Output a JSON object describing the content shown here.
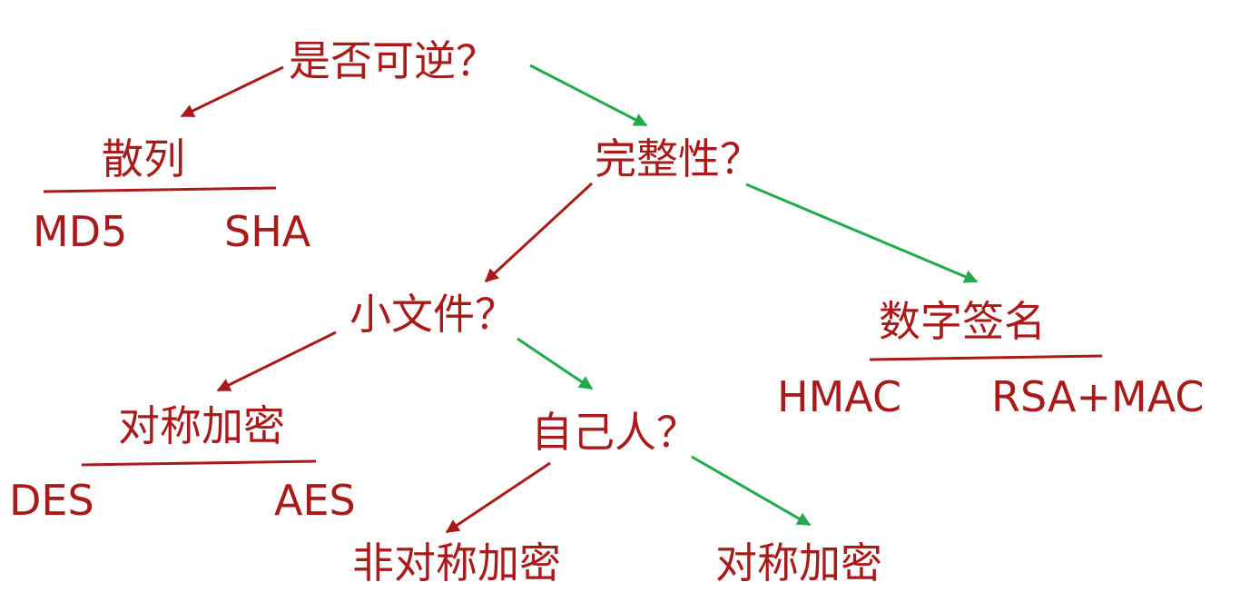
{
  "colors": {
    "text": "#a91a1a",
    "no_arrow": "#a91a1a",
    "yes_arrow": "#22aa4d",
    "rule": "#a91a1a"
  },
  "nodes": {
    "reversible": "是否可逆？",
    "hash": "散列",
    "md5": "MD5",
    "sha": "SHA",
    "integrity": "完整性？",
    "small_file": "小文件？",
    "digital_signature": "数字签名",
    "hmac": "HMAC",
    "rsa_mac": "RSA+MAC",
    "symmetric_1": "对称加密",
    "des": "DES",
    "aes": "AES",
    "own_people": "自己人？",
    "asymmetric": "非对称加密",
    "symmetric_2": "对称加密"
  }
}
